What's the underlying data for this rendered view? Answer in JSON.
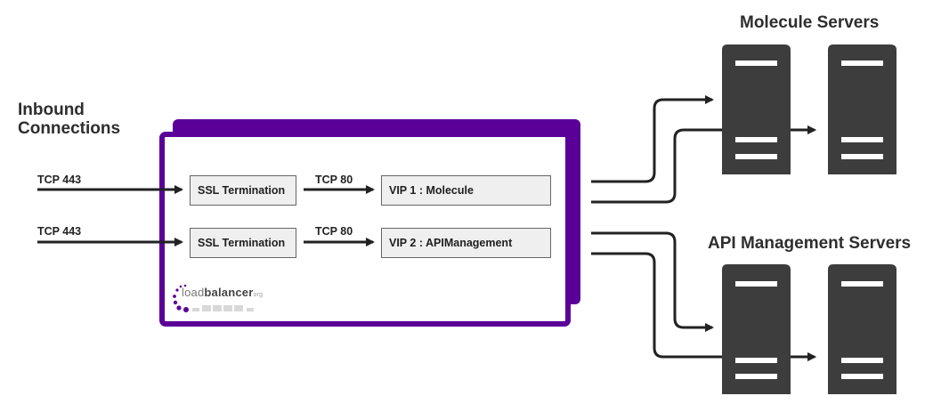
{
  "inbound": {
    "title_line1": "Inbound",
    "title_line2": "Connections",
    "connections": [
      {
        "protocol": "TCP 443"
      },
      {
        "protocol": "TCP 443"
      }
    ]
  },
  "load_balancer": {
    "rows": [
      {
        "ssl_label": "SSL Termination",
        "backend_protocol": "TCP 80",
        "vip_label": "VIP 1 : Molecule"
      },
      {
        "ssl_label": "SSL Termination",
        "backend_protocol": "TCP 80",
        "vip_label": "VIP 2 : APIManagement"
      }
    ],
    "logo": {
      "prefix": "load",
      "bold": "balancer",
      "suffix": "org"
    },
    "accent_color": "#5a0099"
  },
  "server_groups": [
    {
      "title": "Molecule Servers",
      "server_count": 2
    },
    {
      "title": "API Management Servers",
      "server_count": 2
    }
  ],
  "colors": {
    "server": "#3d3d3d",
    "arrow": "#222222",
    "box_fill": "#efefef"
  }
}
